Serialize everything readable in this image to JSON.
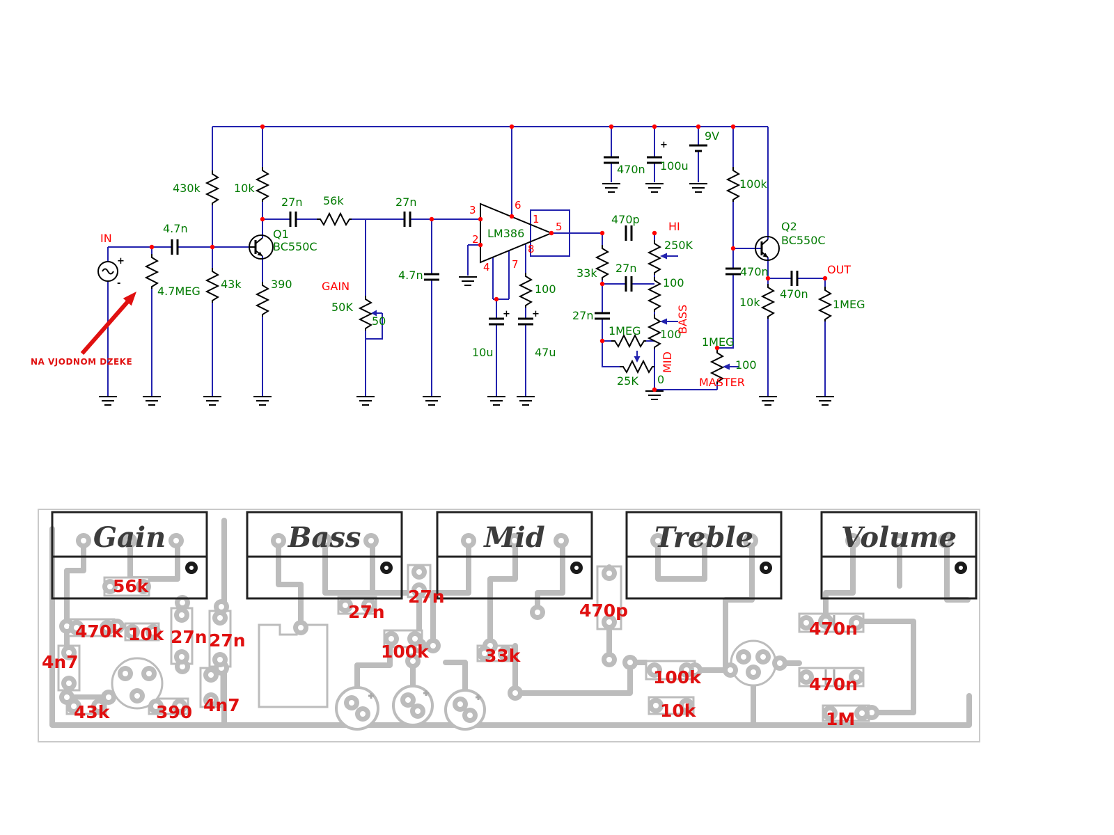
{
  "sch": {
    "in": "IN",
    "out": "OUT",
    "plus": "+",
    "minus": "-",
    "r47meg": "4.7MEG",
    "cin": "4.7n",
    "r430k": "430k",
    "r10k": "10k",
    "r43k": "43k",
    "r390": "390",
    "q1": "Q1",
    "q1t": "BC550C",
    "c27a": "27n",
    "r56k": "56k",
    "gain": "GAIN",
    "gainv": "50K",
    "gainp": "50",
    "c27b": "27n",
    "c4n7b": "4.7n",
    "ic": "LM386",
    "p1": "1",
    "p2": "2",
    "p3": "3",
    "p4": "4",
    "p5": "5",
    "p6": "6",
    "p7": "7",
    "p8": "8",
    "c10u": "10u",
    "c47u": "47u",
    "r100a": "100",
    "r33k": "33k",
    "c470p": "470p",
    "hi": "HI",
    "hiv": "250K",
    "r100b": "100",
    "c27c": "27n",
    "c27d": "27n",
    "r1mega": "1MEG",
    "r100c": "100",
    "bass": "BASS",
    "mid": "MID",
    "midv": "25K",
    "midp": "0",
    "master": "MASTER",
    "masterv": "1MEG",
    "r100d": "100",
    "c470nps": "470n",
    "c100u": "100u",
    "batt": "9V",
    "r100k": "100k",
    "q2": "Q2",
    "q2t": "BC550C",
    "c470nb": "470n",
    "r10kb": "10k",
    "c470nc": "470n",
    "r1megb": "1MEG",
    "note": "NA VJODNOM DZEKE"
  },
  "pcb": {
    "pots": [
      {
        "label": "Gain"
      },
      {
        "label": "Bass"
      },
      {
        "label": "Mid"
      },
      {
        "label": "Treble"
      },
      {
        "label": "Volume"
      }
    ],
    "values": {
      "v56k": "56k",
      "v470k": "470k",
      "v10ka": "10k",
      "v27na": "27n",
      "v27nb": "27n",
      "v4n7a": "4n7",
      "v43k": "43k",
      "v390": "390",
      "v4n7b": "4n7",
      "v27nc": "27n",
      "v27nd": "27n",
      "v100ka": "100k",
      "v33k": "33k",
      "v470p": "470p",
      "v100kb": "100k",
      "v10kb": "10k",
      "v470na": "470n",
      "v470nb": "470n",
      "v1m": "1M"
    }
  }
}
